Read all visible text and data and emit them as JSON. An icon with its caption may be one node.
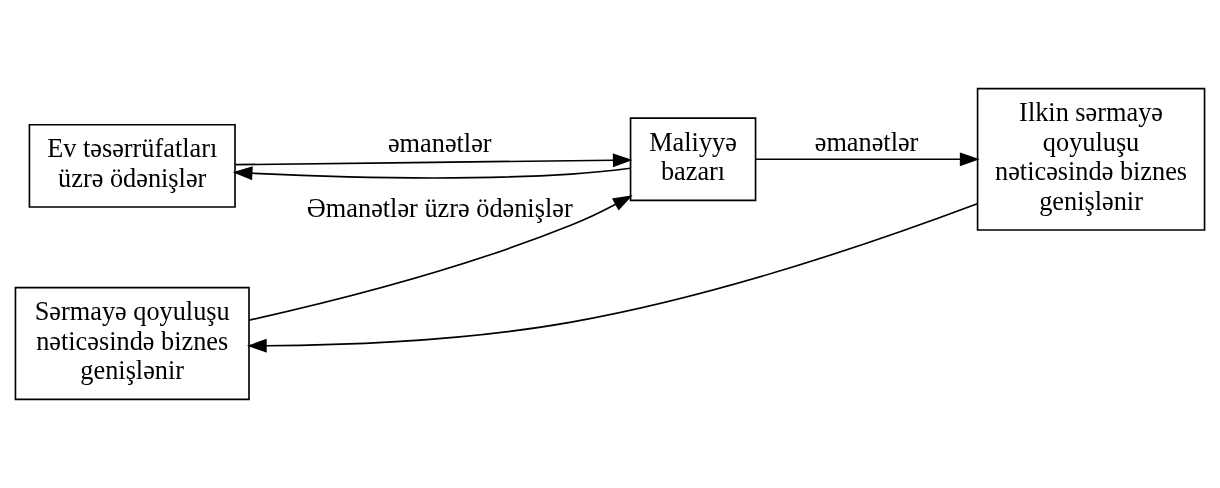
{
  "diagram": {
    "nodes": [
      {
        "text": [
          "Ev təsərrüfatları üzrə ödənişlər"
        ]
      },
      {
        "text": [
          "Maliyyə bazarı"
        ]
      },
      {
        "text": [
          "Sərmayə qoyuluşu nəticəsində biznes genişlənir"
        ]
      },
      {
        "text": [
          "Ilkin sərmayə qoyuluşu nəticəsində biznes genişlənir"
        ]
      }
    ],
    "edges": [
      {
        "from": 1,
        "to": 0,
        "arrow": "to"
      },
      {
        "from": 0,
        "to": 1,
        "arrow": "to",
        "label": "əmanətlər"
      },
      {
        "from": 2,
        "to": 1,
        "arrow": "to",
        "label": "Əmanətlər üzrə ödənişlər"
      },
      {
        "from": 1,
        "to": 3,
        "arrow": "to",
        "label": "əmanətlər"
      },
      {
        "from": 3,
        "to": 2,
        "arrow": "to"
      }
    ]
  }
}
